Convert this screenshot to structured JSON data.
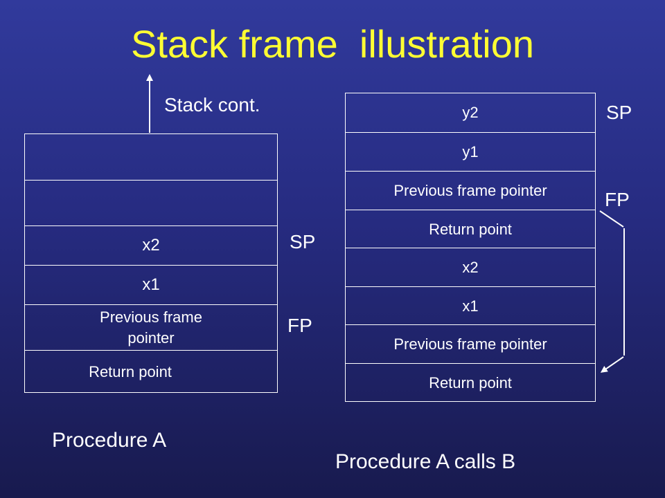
{
  "slide": {
    "title": "Stack frame  illustration",
    "stack_cont_label": "Stack cont.",
    "procedure_a": {
      "caption": "Procedure A",
      "cells": [
        "",
        "",
        "x2",
        "x1",
        "Previous frame\npointer",
        "Return point"
      ],
      "sp_label": "SP",
      "fp_label": "FP"
    },
    "procedure_b": {
      "caption": "Procedure A calls B",
      "cells": [
        "y2",
        "y1",
        "Previous frame pointer",
        "Return point",
        "x2",
        "x1",
        "Previous frame pointer",
        "Return point"
      ],
      "sp_label": "SP",
      "fp_label": "FP"
    }
  },
  "colors": {
    "title": "#ffff33",
    "text": "#ffffff",
    "background_top": "#313a9c",
    "background_bottom": "#181a4e"
  }
}
